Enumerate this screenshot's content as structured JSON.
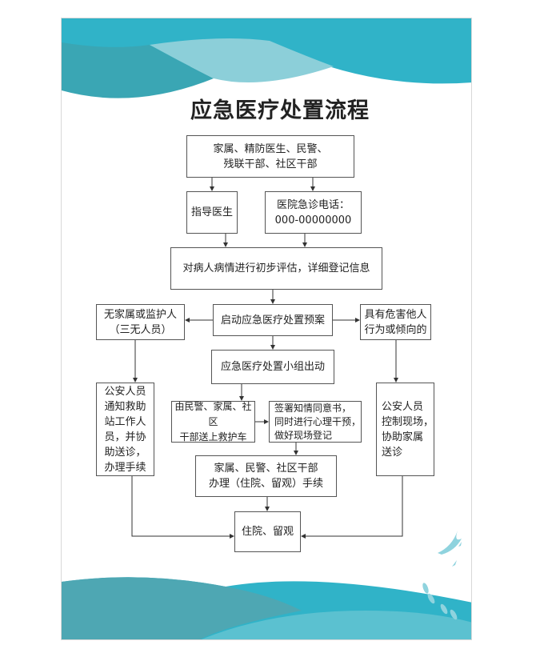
{
  "title": "应急医疗处置流程",
  "colors": {
    "teal": "#30b3c8",
    "teal_dark": "#3aa6b4",
    "teal_light": "#8ccfd9",
    "line": "#333333"
  },
  "nodes": {
    "reporters": "家属、精防医生、民警、\n残联干部、社区干部",
    "guide_doctor": "指导医生",
    "hospital_phone": "医院急诊电话：\n000-00000000",
    "assess": "对病人病情进行初步评估，详细登记信息",
    "start_plan": "启动应急医疗处置预案",
    "no_guardian": "无家属或监护人\n（三无人员）",
    "dangerous": "具有危害他人\n行为或倾向的",
    "team_dispatch": "应急医疗处置小组出动",
    "police_notify": "公安人员\n通知救助\n站工作人\n员，并协\n助送诊，\n办理手续",
    "ambulance": "由民警、家属、社区\n干部送上救护车",
    "consent": "签署知情同意书，\n同时进行心理干预，\n做好现场登记",
    "police_control": "公安人员\n控制现场，\n协助家属\n送诊",
    "procedures": "家属、民警、社区干部\n办理（住院、留观）手续",
    "admission": "住院、留观"
  }
}
